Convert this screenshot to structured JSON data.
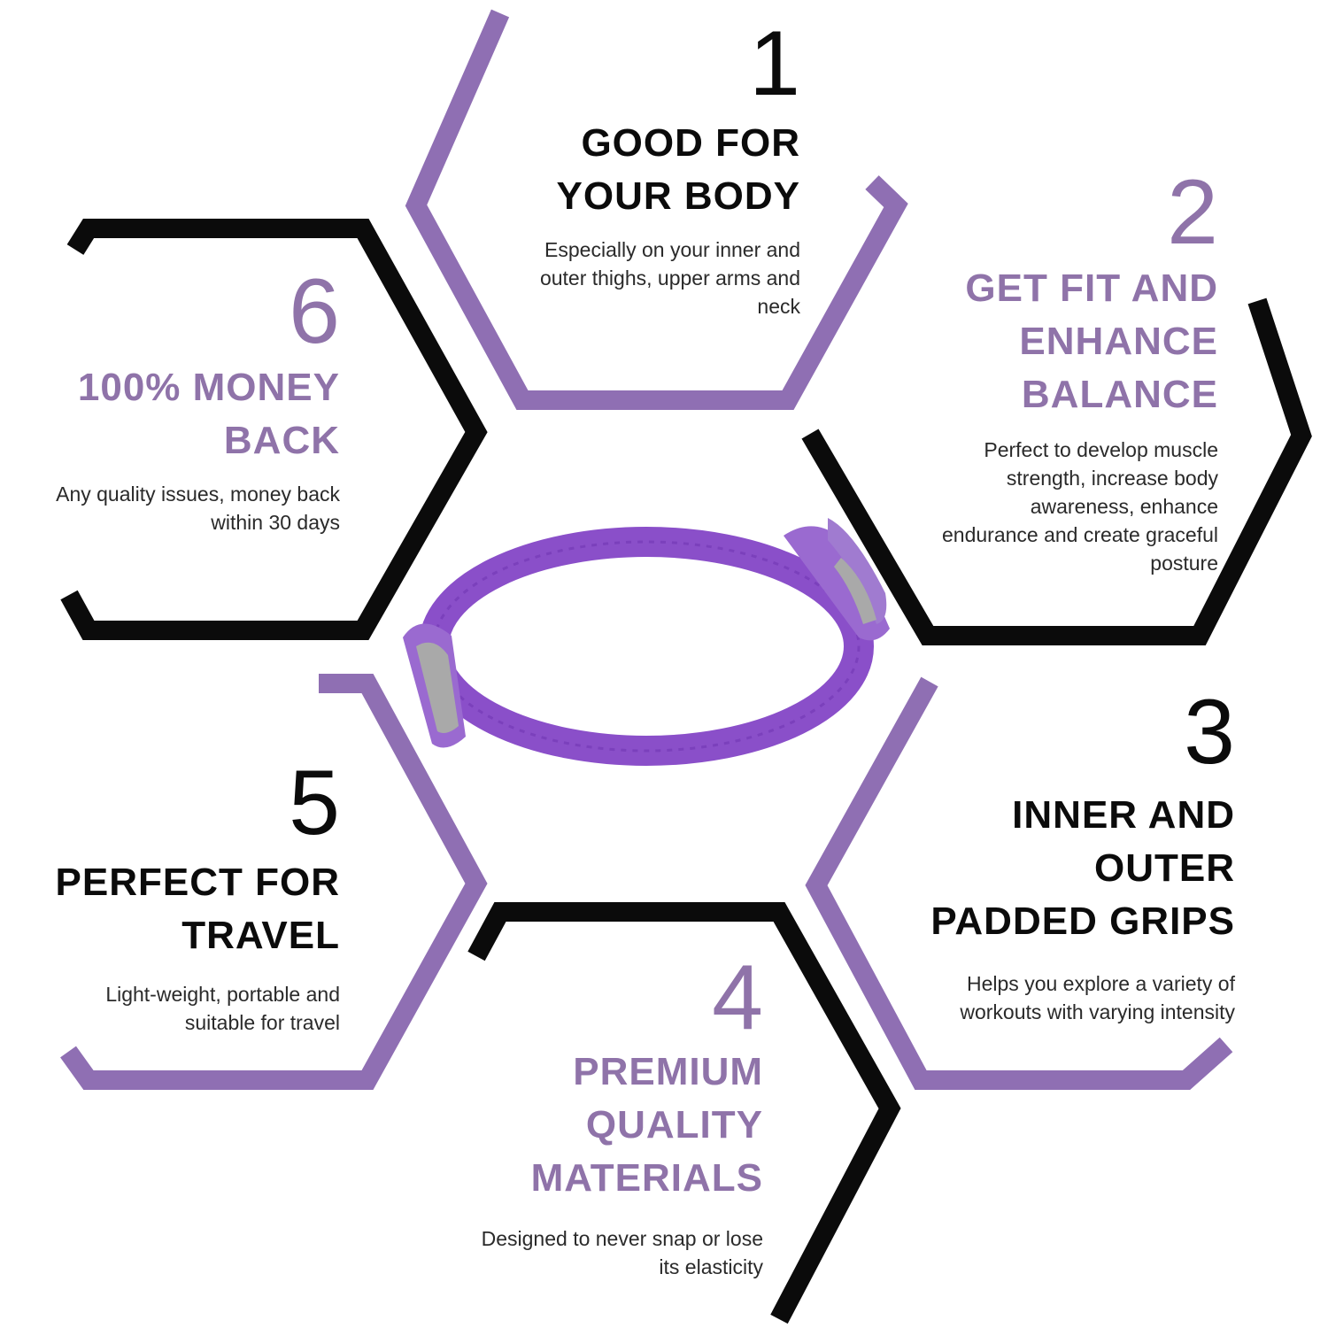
{
  "features": [
    {
      "number": "1",
      "title": "GOOD FOR\nYOUR BODY",
      "description": "Especially on your inner and\nouter thighs, upper arms and\nneck"
    },
    {
      "number": "2",
      "title": "GET FIT AND\nENHANCE\nBALANCE",
      "description": "Perfect  to develop muscle\nstrength, increase body\nawareness, enhance\nendurance and create graceful\nposture"
    },
    {
      "number": "3",
      "title": "INNER AND\nOUTER\nPADDED GRIPS",
      "description": "Helps you explore a variety of\nworkouts with varying intensity"
    },
    {
      "number": "4",
      "title": "PREMIUM\nQUALITY\nMATERIALS",
      "description": "Designed to never snap or lose\nits elasticity"
    },
    {
      "number": "5",
      "title": "PERFECT FOR\nTRAVEL",
      "description": "Light-weight, portable and\nsuitable for travel"
    },
    {
      "number": "6",
      "title": "100% MONEY\nBACK",
      "description": "Any quality issues, money back\nwithin 30 days"
    }
  ],
  "colors": {
    "purple_frame": "#8f6fb3",
    "purple_text": "#8f73a9",
    "black": "#0b0b0b",
    "ring": "#8a4fc9",
    "grip": "#a9a9a9"
  }
}
